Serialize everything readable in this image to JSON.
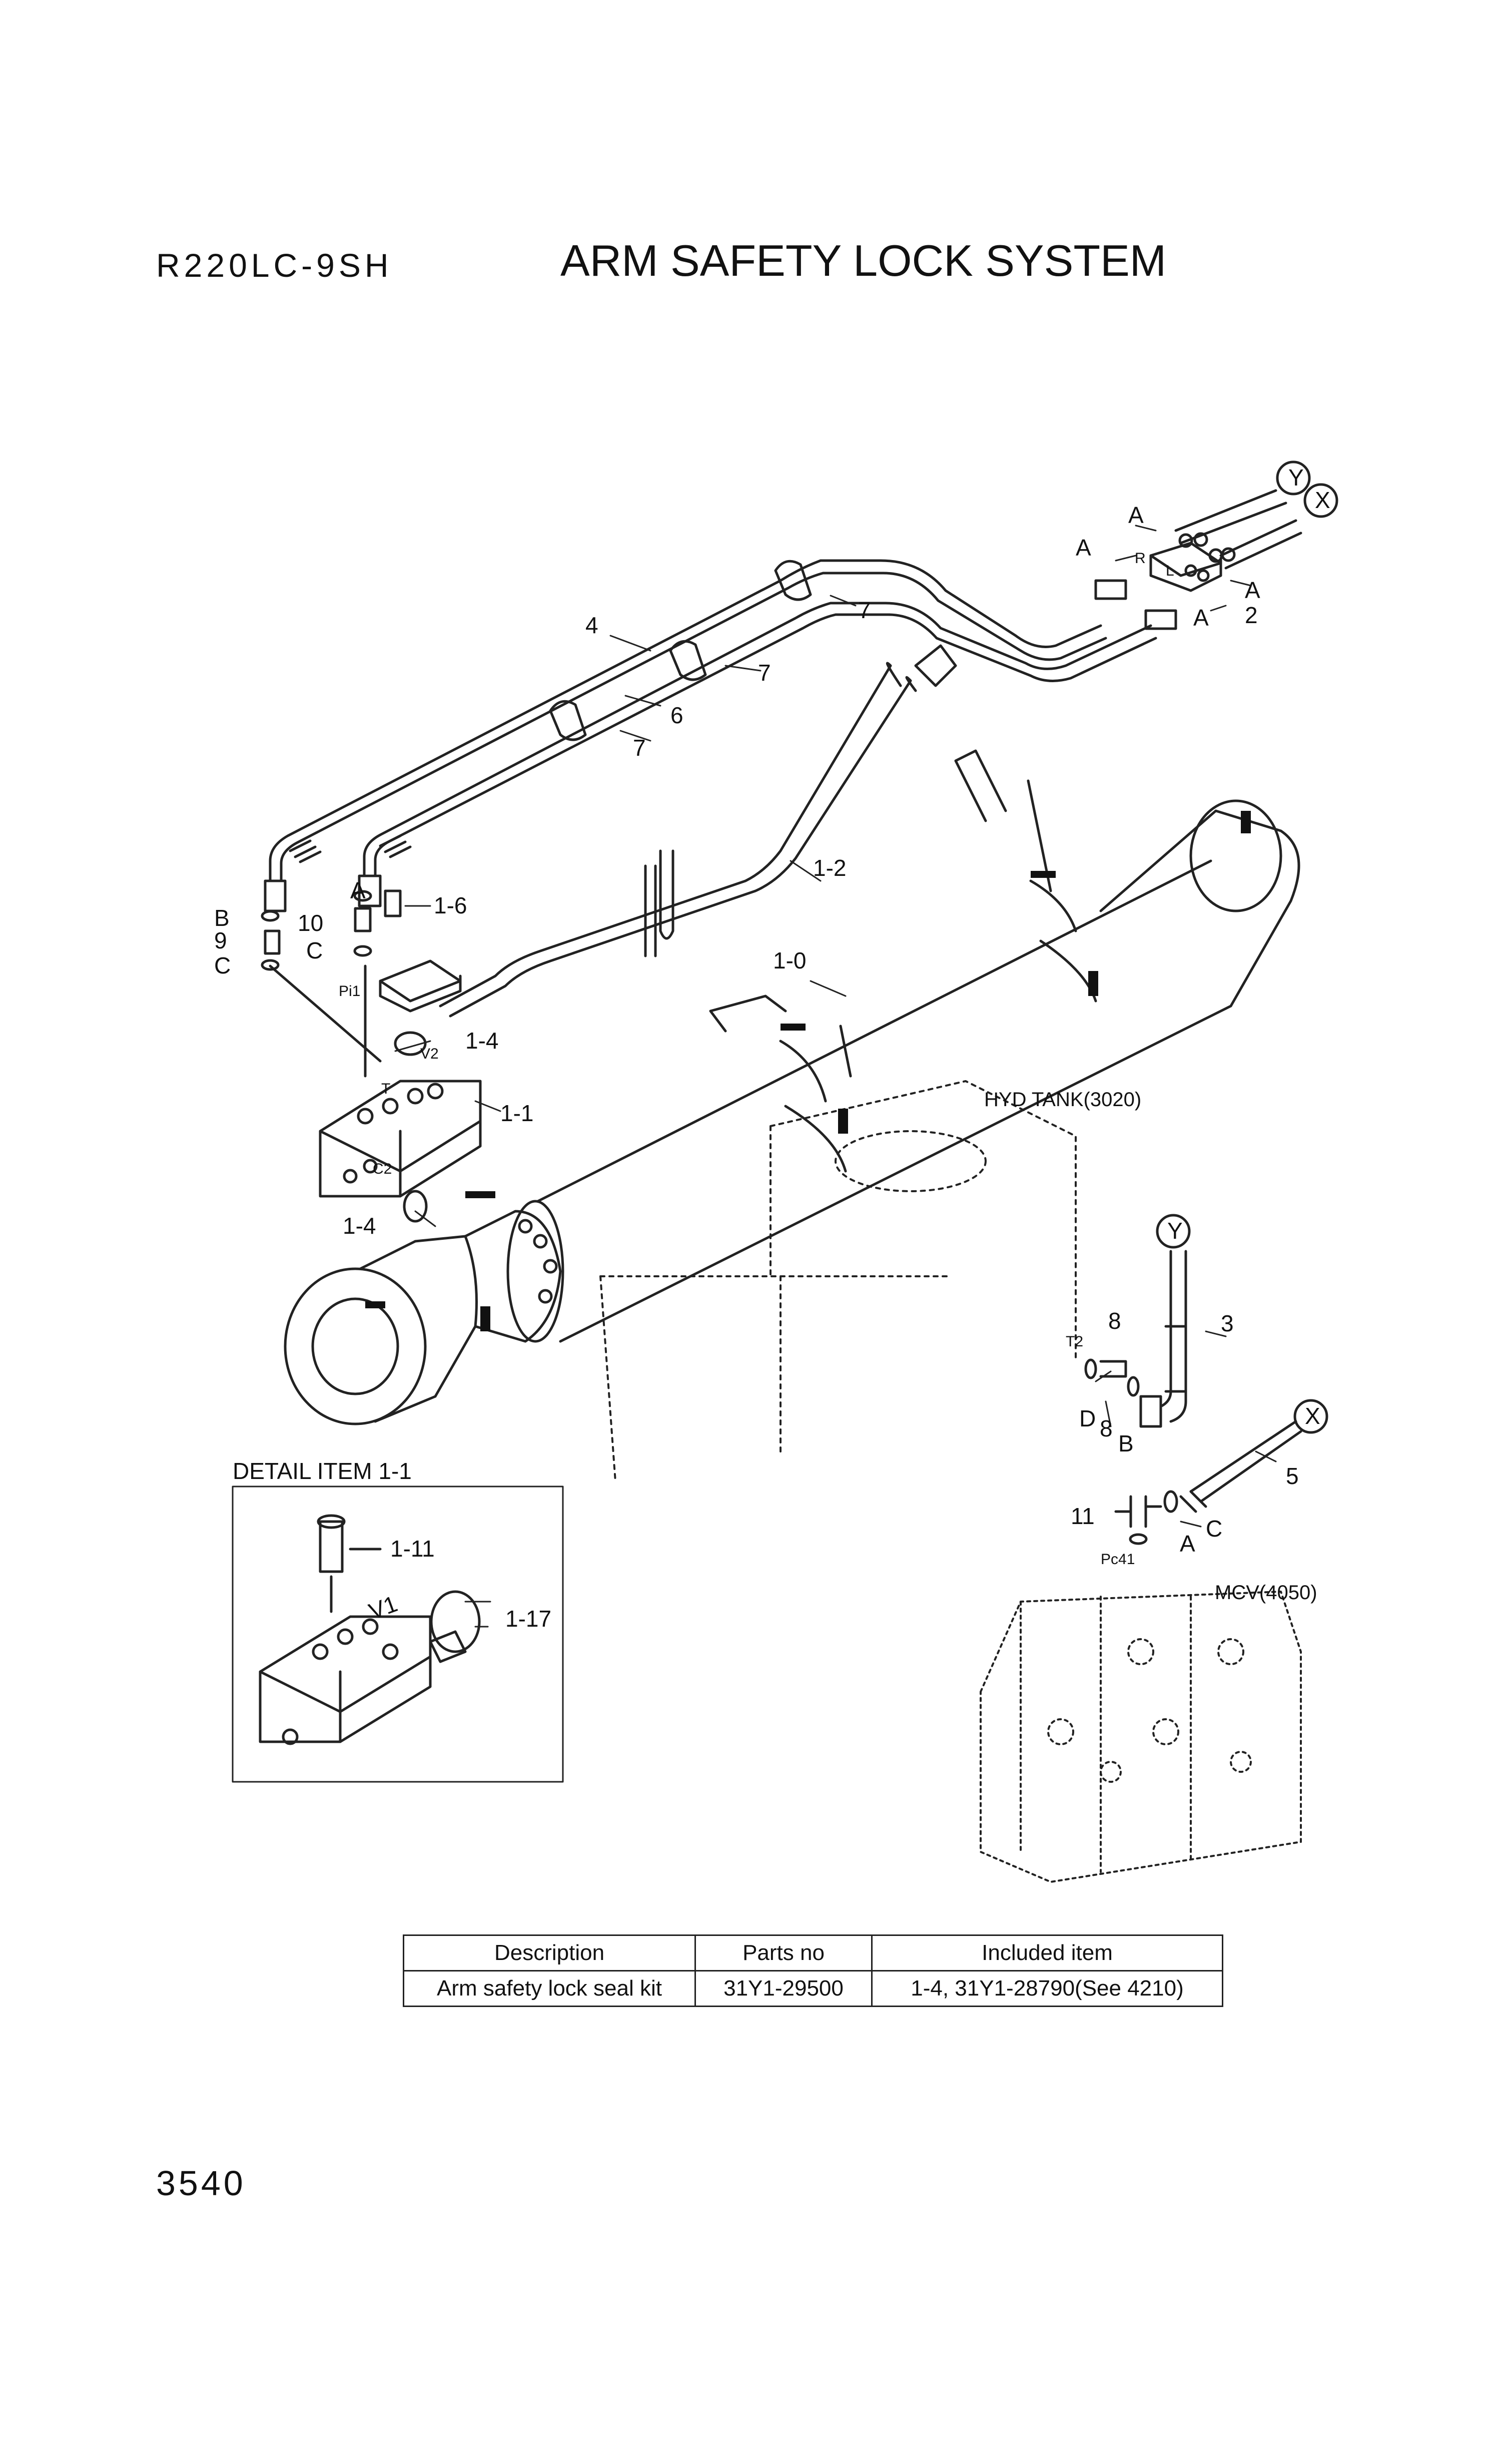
{
  "header": {
    "model": "R220LC-9SH",
    "title": "ARM SAFETY LOCK SYSTEM"
  },
  "page_number": "3540",
  "labels": {
    "Y_top": "Y",
    "X_top": "X",
    "A1": "A",
    "A2": "A",
    "R": "R",
    "L": "L",
    "A3": "A",
    "A4": "A",
    "n2": "2",
    "n7a": "7",
    "n4": "4",
    "n7b": "7",
    "n6": "6",
    "n7c": "7",
    "n1_2": "1-2",
    "n1_6": "1-6",
    "A5": "A",
    "B1": "B",
    "n10": "10",
    "n9": "9",
    "C1": "C",
    "C2": "C",
    "Pi1": "Pi1",
    "n1_4a": "1-4",
    "V2": "V2",
    "T": "T",
    "n1_1": "1-1",
    "C2port": "C2",
    "n1_4b": "1-4",
    "n1_0": "1-0",
    "hyd_tank": "HYD TANK(3020)",
    "Y_mid": "Y",
    "n3": "3",
    "n8a": "8",
    "T2": "T2",
    "D": "D",
    "n8b": "8",
    "B2": "B",
    "X_mid": "X",
    "n5": "5",
    "n11": "11",
    "C3": "C",
    "A6": "A",
    "Pc41": "Pc41",
    "mcv": "MCV(4050)",
    "detail_title": "DETAIL ITEM 1-1",
    "n1_11": "1-11",
    "V1": "V1",
    "n1_17": "1-17"
  },
  "parts_table": {
    "headers": [
      "Description",
      "Parts no",
      "Included item"
    ],
    "rows": [
      [
        "Arm safety lock seal kit",
        "31Y1-29500",
        "1-4, 31Y1-28790(See 4210)"
      ]
    ]
  }
}
